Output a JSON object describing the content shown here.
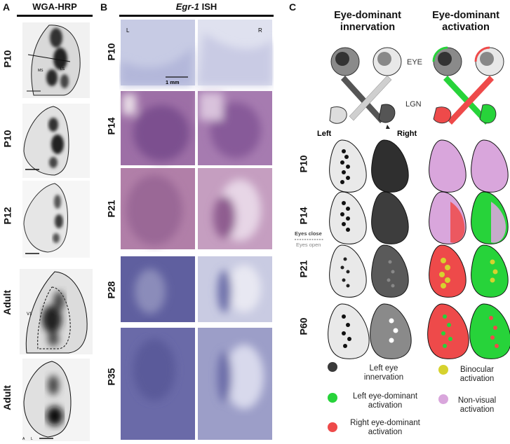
{
  "panelA": {
    "letter": "A",
    "title": "WGA-HRP",
    "rows": [
      "P10",
      "P10",
      "P12",
      "Adult",
      "Adult"
    ],
    "marks": [
      "MS",
      "LS",
      "V1",
      "A",
      "L"
    ]
  },
  "panelB": {
    "letter": "B",
    "title_gene": "Egr-1",
    "title_rest": " ISH",
    "rows": [
      "P10",
      "P14",
      "P21",
      "P28",
      "P35"
    ],
    "left_mark": "L",
    "right_mark": "R",
    "scale": "1 mm"
  },
  "panelC": {
    "letter": "C",
    "col1_title": [
      "Eye-dominant",
      "innervation"
    ],
    "col2_title": [
      "Eye-dominant",
      "activation"
    ],
    "eye_label": "EYE",
    "lgn_label": "LGN",
    "left_label": "Left",
    "right_label": "Right",
    "rows": [
      "P10",
      "P14",
      "P21",
      "P60"
    ],
    "eyes_close": "Eyes close",
    "eyes_open": "Eyes open",
    "legend": {
      "left_eye": [
        "Left eye",
        "innervation"
      ],
      "left_dom": [
        "Left eye-dominant",
        "activation"
      ],
      "right_dom": [
        "Right eye-dominant",
        "activation"
      ],
      "binocular": [
        "Binocular",
        "activation"
      ],
      "nonvisual": [
        "Non-visual",
        "activation"
      ]
    },
    "colors": {
      "dark": "#3a3a3a",
      "green": "#27d33a",
      "red": "#ee4a4a",
      "yellow": "#d6d22e",
      "violet": "#d9a6dc"
    }
  }
}
